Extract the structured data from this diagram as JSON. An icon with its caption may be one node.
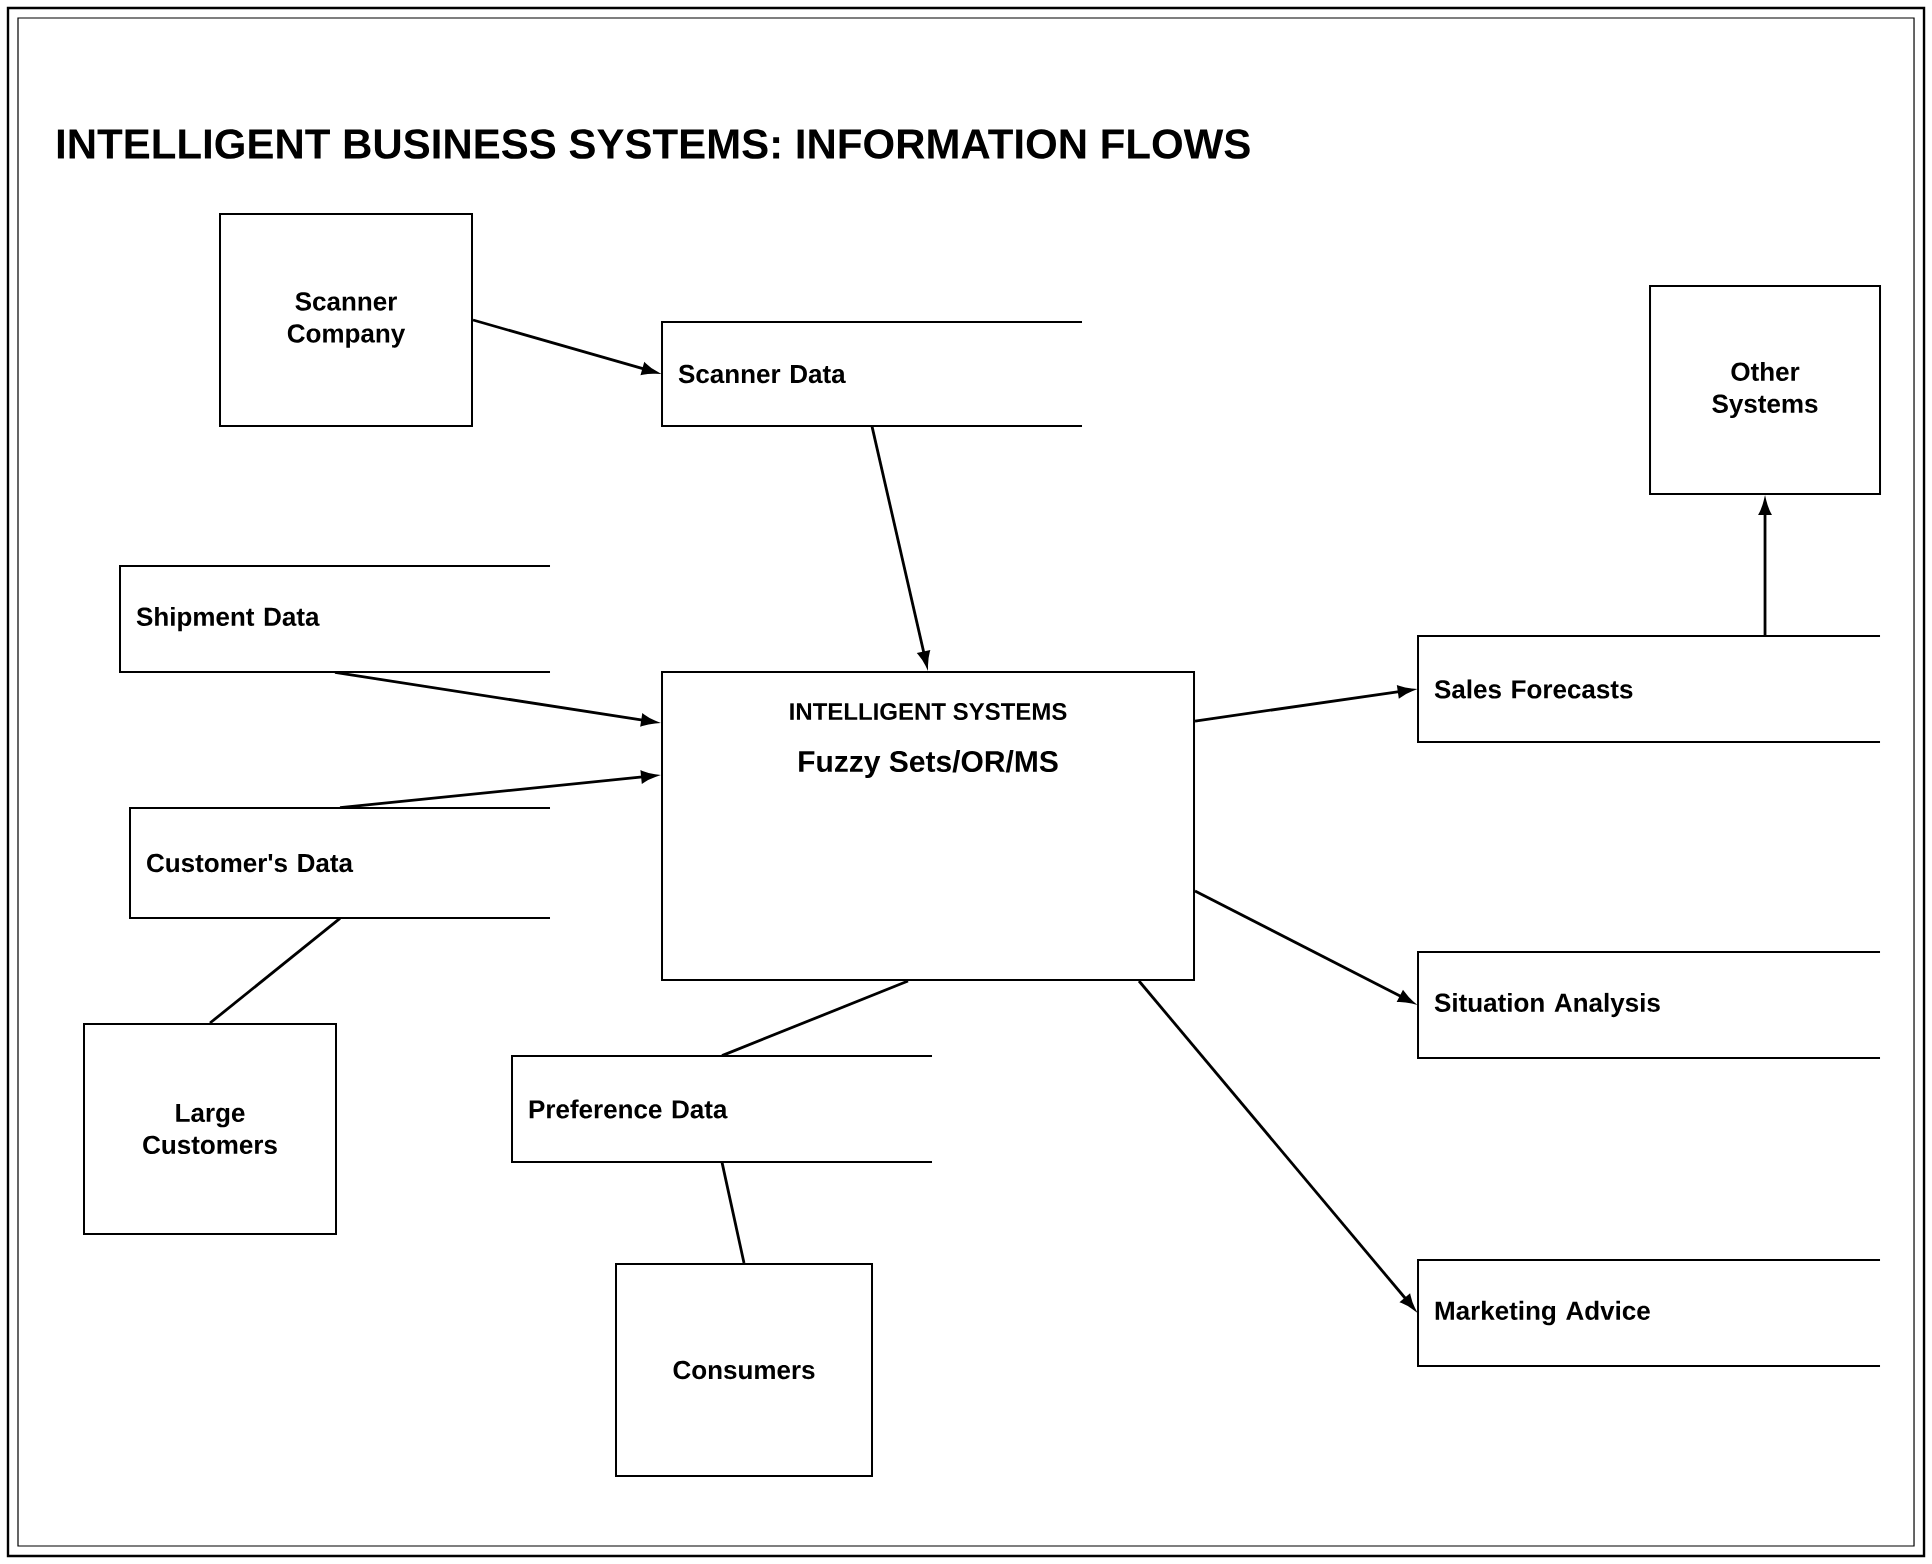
{
  "diagram": {
    "title": "INTELLIGENT BUSINESS SYSTEMS: INFORMATION FLOWS",
    "nodes": [
      {
        "text": [
          "Scanner Company"
        ]
      },
      {
        "text": [
          "Scanner Data"
        ]
      },
      {
        "text": [
          "Shipment Data"
        ]
      },
      {
        "text": [
          "INTELLIGENT SYSTEMS",
          "Fuzzy Sets/OR/MS"
        ]
      },
      {
        "text": [
          "Customer's Data"
        ]
      },
      {
        "text": [
          "Large Customers"
        ]
      },
      {
        "text": [
          "Preference Data"
        ]
      },
      {
        "text": [
          "Consumers"
        ]
      },
      {
        "text": [
          "Other Systems"
        ]
      },
      {
        "text": [
          "Sales Forecasts"
        ]
      },
      {
        "text": [
          "Situation Analysis"
        ]
      },
      {
        "text": [
          "Marketing Advice"
        ]
      }
    ],
    "edges": [
      {
        "from": 0,
        "to": 1,
        "arrow": "to"
      },
      {
        "from": 1,
        "to": 3,
        "arrow": "to"
      },
      {
        "from": 2,
        "to": 3,
        "arrow": "to"
      },
      {
        "from": 4,
        "to": 3,
        "arrow": "to"
      },
      {
        "from": 5,
        "to": 4,
        "arrow": "none"
      },
      {
        "from": 6,
        "to": 3,
        "arrow": "none"
      },
      {
        "from": 7,
        "to": 6,
        "arrow": "none"
      },
      {
        "from": 3,
        "to": 9,
        "arrow": "to"
      },
      {
        "from": 9,
        "to": 8,
        "arrow": "to"
      },
      {
        "from": 3,
        "to": 10,
        "arrow": "to"
      },
      {
        "from": 3,
        "to": 11,
        "arrow": "to"
      }
    ]
  }
}
